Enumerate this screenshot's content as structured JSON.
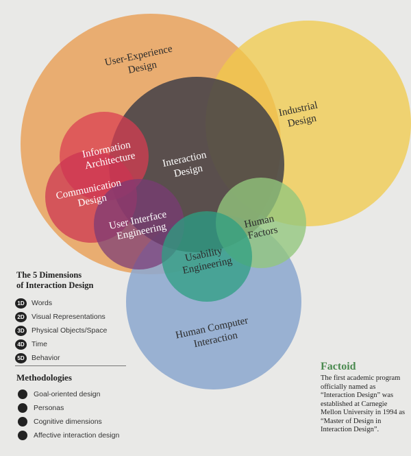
{
  "diagram": {
    "circles": [
      {
        "id": "ux",
        "color": "#e8a461",
        "label": [
          "User-Experience",
          "Design"
        ],
        "label_class": "dark"
      },
      {
        "id": "industrial",
        "color": "#f0c94a",
        "label": [
          "Industrial",
          "Design"
        ],
        "label_class": "dark"
      },
      {
        "id": "hci",
        "color": "#8da9cf",
        "label": [
          "Human Computer",
          "Interaction"
        ],
        "label_class": "dark"
      },
      {
        "id": "ixd",
        "color": "#3a3b46",
        "label": [
          "Interaction",
          "Design"
        ],
        "label_class": ""
      },
      {
        "id": "ia",
        "color": "#d93b52",
        "label": [
          "Information",
          "Architecture"
        ],
        "label_class": ""
      },
      {
        "id": "comm",
        "color": "#cc3352",
        "label": [
          "Communication",
          "Design"
        ],
        "label_class": ""
      },
      {
        "id": "uie",
        "color": "#7a3a76",
        "label": [
          "User Interface",
          "Engineering"
        ],
        "label_class": ""
      },
      {
        "id": "hf",
        "color": "#92c77c",
        "label": [
          "Human",
          "Factors"
        ],
        "label_class": "dark"
      },
      {
        "id": "usability",
        "color": "#2e9f82",
        "label": [
          "Usability",
          "Engineering"
        ],
        "label_class": "dark"
      }
    ]
  },
  "dimensions": {
    "title_line1": "The 5 Dimensions",
    "title_line2": "of Interaction Design",
    "items": [
      {
        "badge": "1D",
        "label": "Words"
      },
      {
        "badge": "2D",
        "label": "Visual Representations"
      },
      {
        "badge": "3D",
        "label": "Physical Objects/Space"
      },
      {
        "badge": "4D",
        "label": "Time"
      },
      {
        "badge": "5D",
        "label": "Behavior"
      }
    ]
  },
  "methodologies": {
    "title": "Methodologies",
    "items": [
      "Goal-oriented design",
      "Personas",
      "Cognitive dimensions",
      "Affective interaction design"
    ]
  },
  "factoid": {
    "title": "Factoid",
    "text": "The first academic program officially named as “Interaction Design” was established at Carnegie Mellon University in 1994 as “Master of Design in Interaction Design”."
  }
}
